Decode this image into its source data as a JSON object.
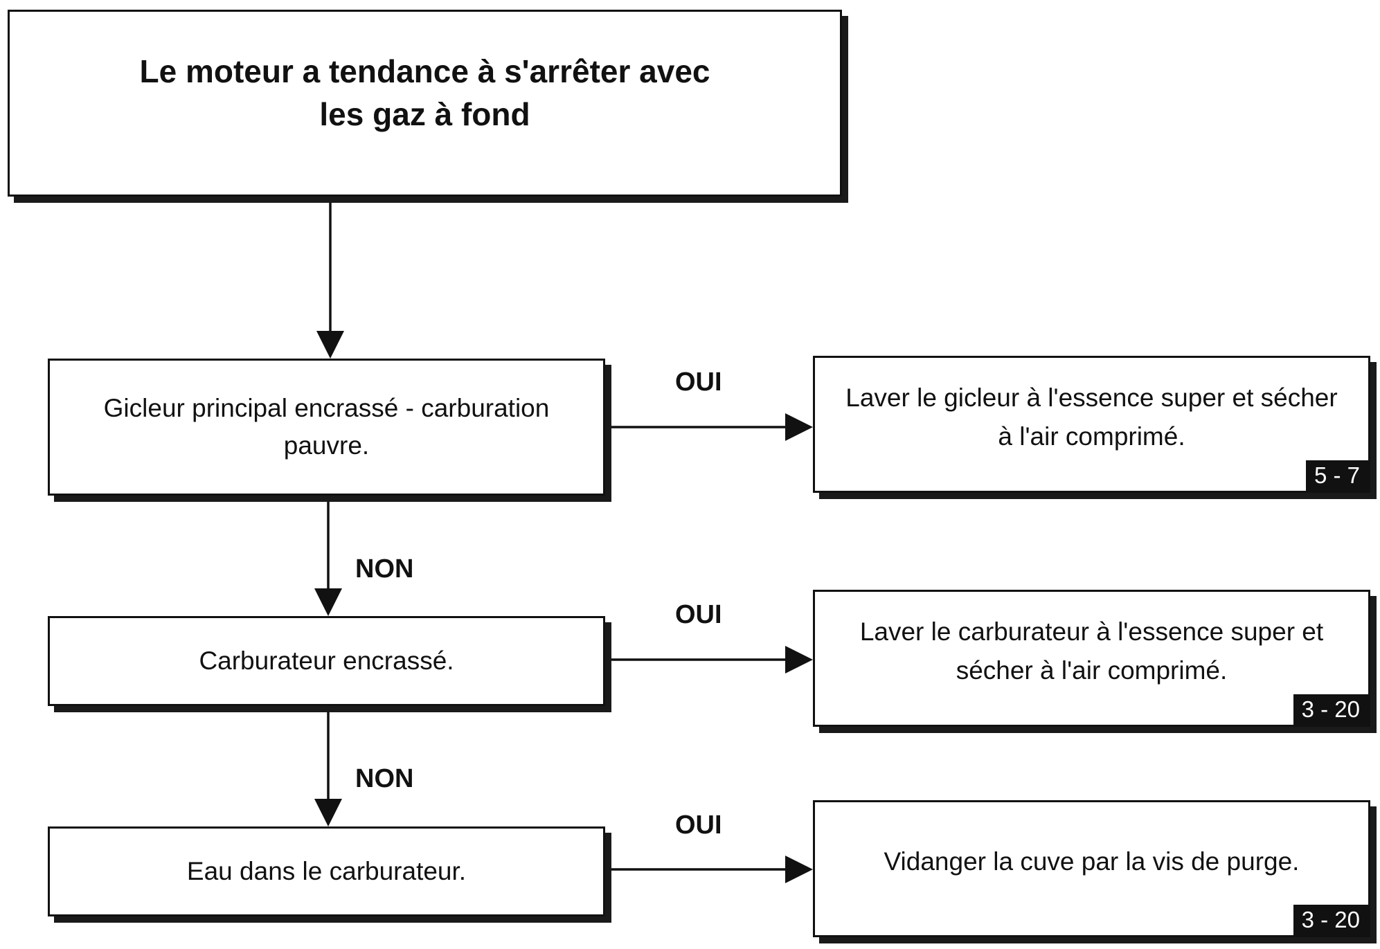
{
  "title": {
    "line1": "Le moteur a tendance à s'arrêter avec",
    "line2": "les gaz à fond"
  },
  "steps": [
    {
      "condition": "Gicleur principal encrassé - carburation pauvre.",
      "yes_label": "OUI",
      "action": "Laver le gicleur à l'essence super et sécher à l'air comprimé.",
      "ref": "5 - 7",
      "no_label": "NON"
    },
    {
      "condition": "Carburateur encrassé.",
      "yes_label": "OUI",
      "action": "Laver le carburateur à l'essence super et sécher à l'air comprimé.",
      "ref": "3 - 20",
      "no_label": "NON"
    },
    {
      "condition": "Eau dans le carburateur.",
      "yes_label": "OUI",
      "action": "Vidanger la cuve par la vis de purge.",
      "ref": "3 - 20"
    }
  ]
}
